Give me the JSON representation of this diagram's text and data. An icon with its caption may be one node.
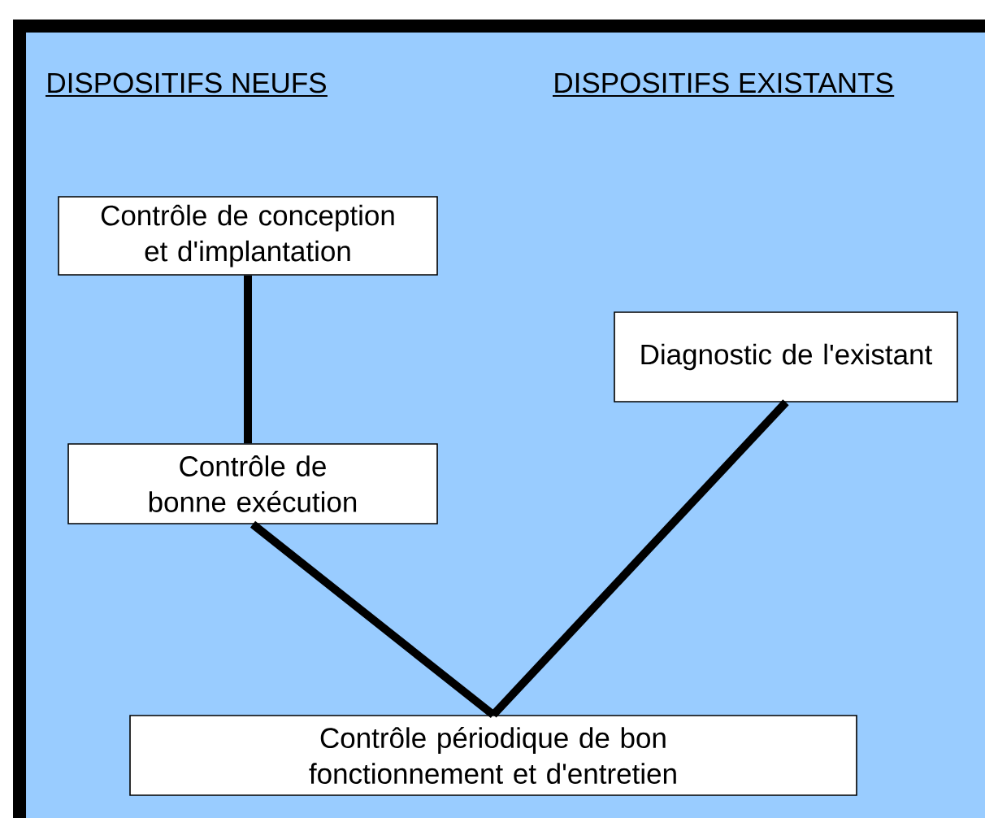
{
  "diagram": {
    "nodes": [
      {
        "text": [
          "Contrôle de conception et d'implantation"
        ]
      },
      {
        "text": [
          "Diagnostic de l'existant"
        ]
      },
      {
        "text": [
          "Contrôle de bonne exécution"
        ]
      },
      {
        "text": [
          "Contrôle périodique de bon fonctionnement et d'entretien"
        ]
      }
    ],
    "edges": [
      {
        "from": 0,
        "to": 2,
        "arrow": "none"
      },
      {
        "from": 2,
        "to": 3,
        "arrow": "none"
      },
      {
        "from": 1,
        "to": 3,
        "arrow": "none"
      }
    ],
    "labels": [
      "DISPOSITIFS NEUFS",
      "DISPOSITIFS EXISTANTS"
    ]
  }
}
